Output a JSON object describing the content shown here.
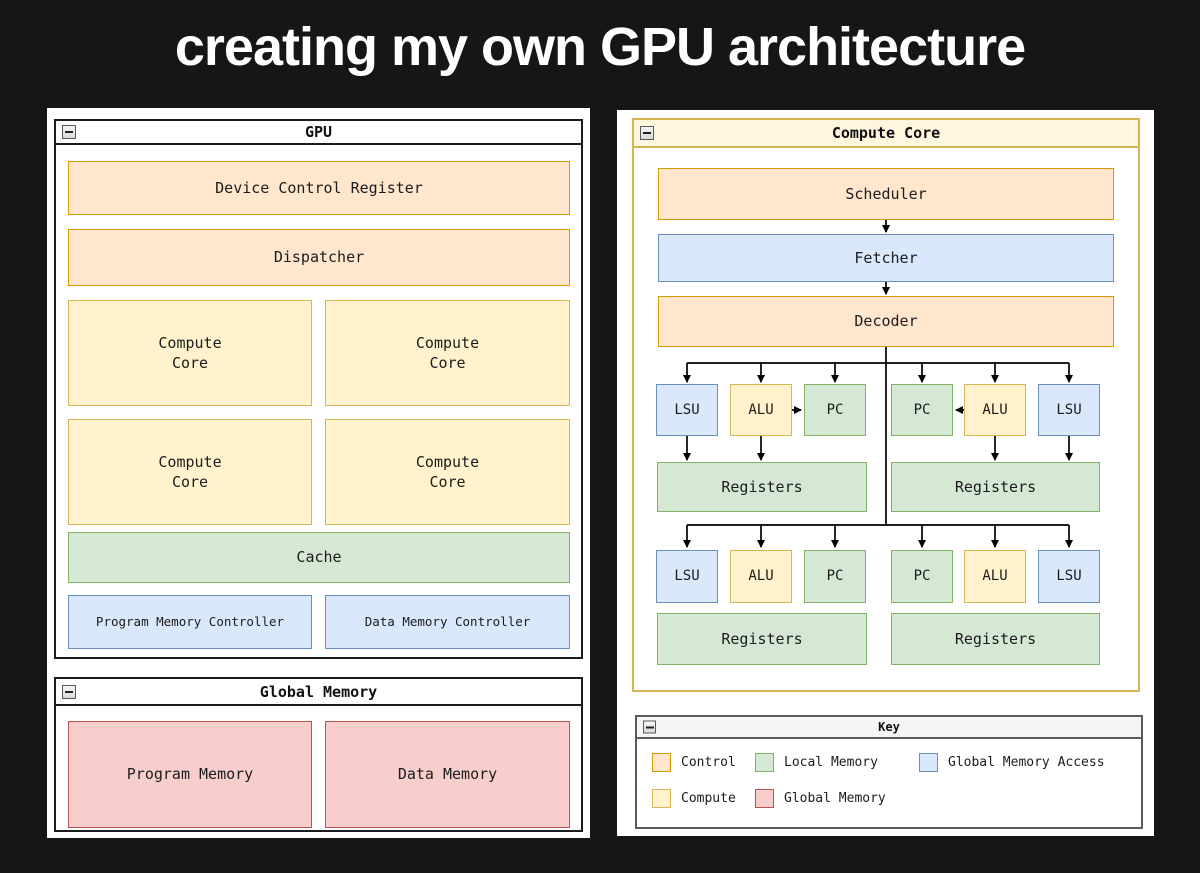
{
  "heading": "creating my own GPU architecture",
  "left_panel": {
    "gpu_window": {
      "title": "GPU",
      "device_control_register": "Device Control Register",
      "dispatcher": "Dispatcher",
      "compute_cores": [
        "Compute\nCore",
        "Compute\nCore",
        "Compute\nCore",
        "Compute\nCore"
      ],
      "cache": "Cache",
      "program_memory_controller": "Program Memory Controller",
      "data_memory_controller": "Data Memory Controller"
    },
    "global_memory_window": {
      "title": "Global Memory",
      "program_memory": "Program Memory",
      "data_memory": "Data Memory"
    }
  },
  "right_panel": {
    "compute_core_window": {
      "title": "Compute Core",
      "scheduler": "Scheduler",
      "fetcher": "Fetcher",
      "decoder": "Decoder",
      "row1_units": [
        "LSU",
        "ALU",
        "PC",
        "PC",
        "ALU",
        "LSU"
      ],
      "row1_registers": [
        "Registers",
        "Registers"
      ],
      "row2_units": [
        "LSU",
        "ALU",
        "PC",
        "PC",
        "ALU",
        "LSU"
      ],
      "row2_registers": [
        "Registers",
        "Registers"
      ]
    },
    "key_window": {
      "title": "Key",
      "items": [
        {
          "label": "Control",
          "fill": "#FFE6CC",
          "stroke": "#D79B00"
        },
        {
          "label": "Local Memory",
          "fill": "#D5E8D4",
          "stroke": "#82B366"
        },
        {
          "label": "Global Memory Access",
          "fill": "#DAE8FC",
          "stroke": "#6C8EBF"
        },
        {
          "label": "Compute",
          "fill": "#FFF2CC",
          "stroke": "#D6B656"
        },
        {
          "label": "Global Memory",
          "fill": "#F8CECC",
          "stroke": "#B85450"
        }
      ]
    }
  },
  "palette": {
    "background": "#161616",
    "control_fill": "#FFE6CC",
    "control_stroke": "#D79B00",
    "compute_fill": "#FFF2CC",
    "compute_stroke": "#D6B656",
    "local_memory_fill": "#D5E8D4",
    "local_memory_stroke": "#82B366",
    "global_memory_access_fill": "#DAE8FC",
    "global_memory_access_stroke": "#6C8EBF",
    "global_memory_fill": "#F8CECC",
    "global_memory_stroke": "#B85450"
  }
}
